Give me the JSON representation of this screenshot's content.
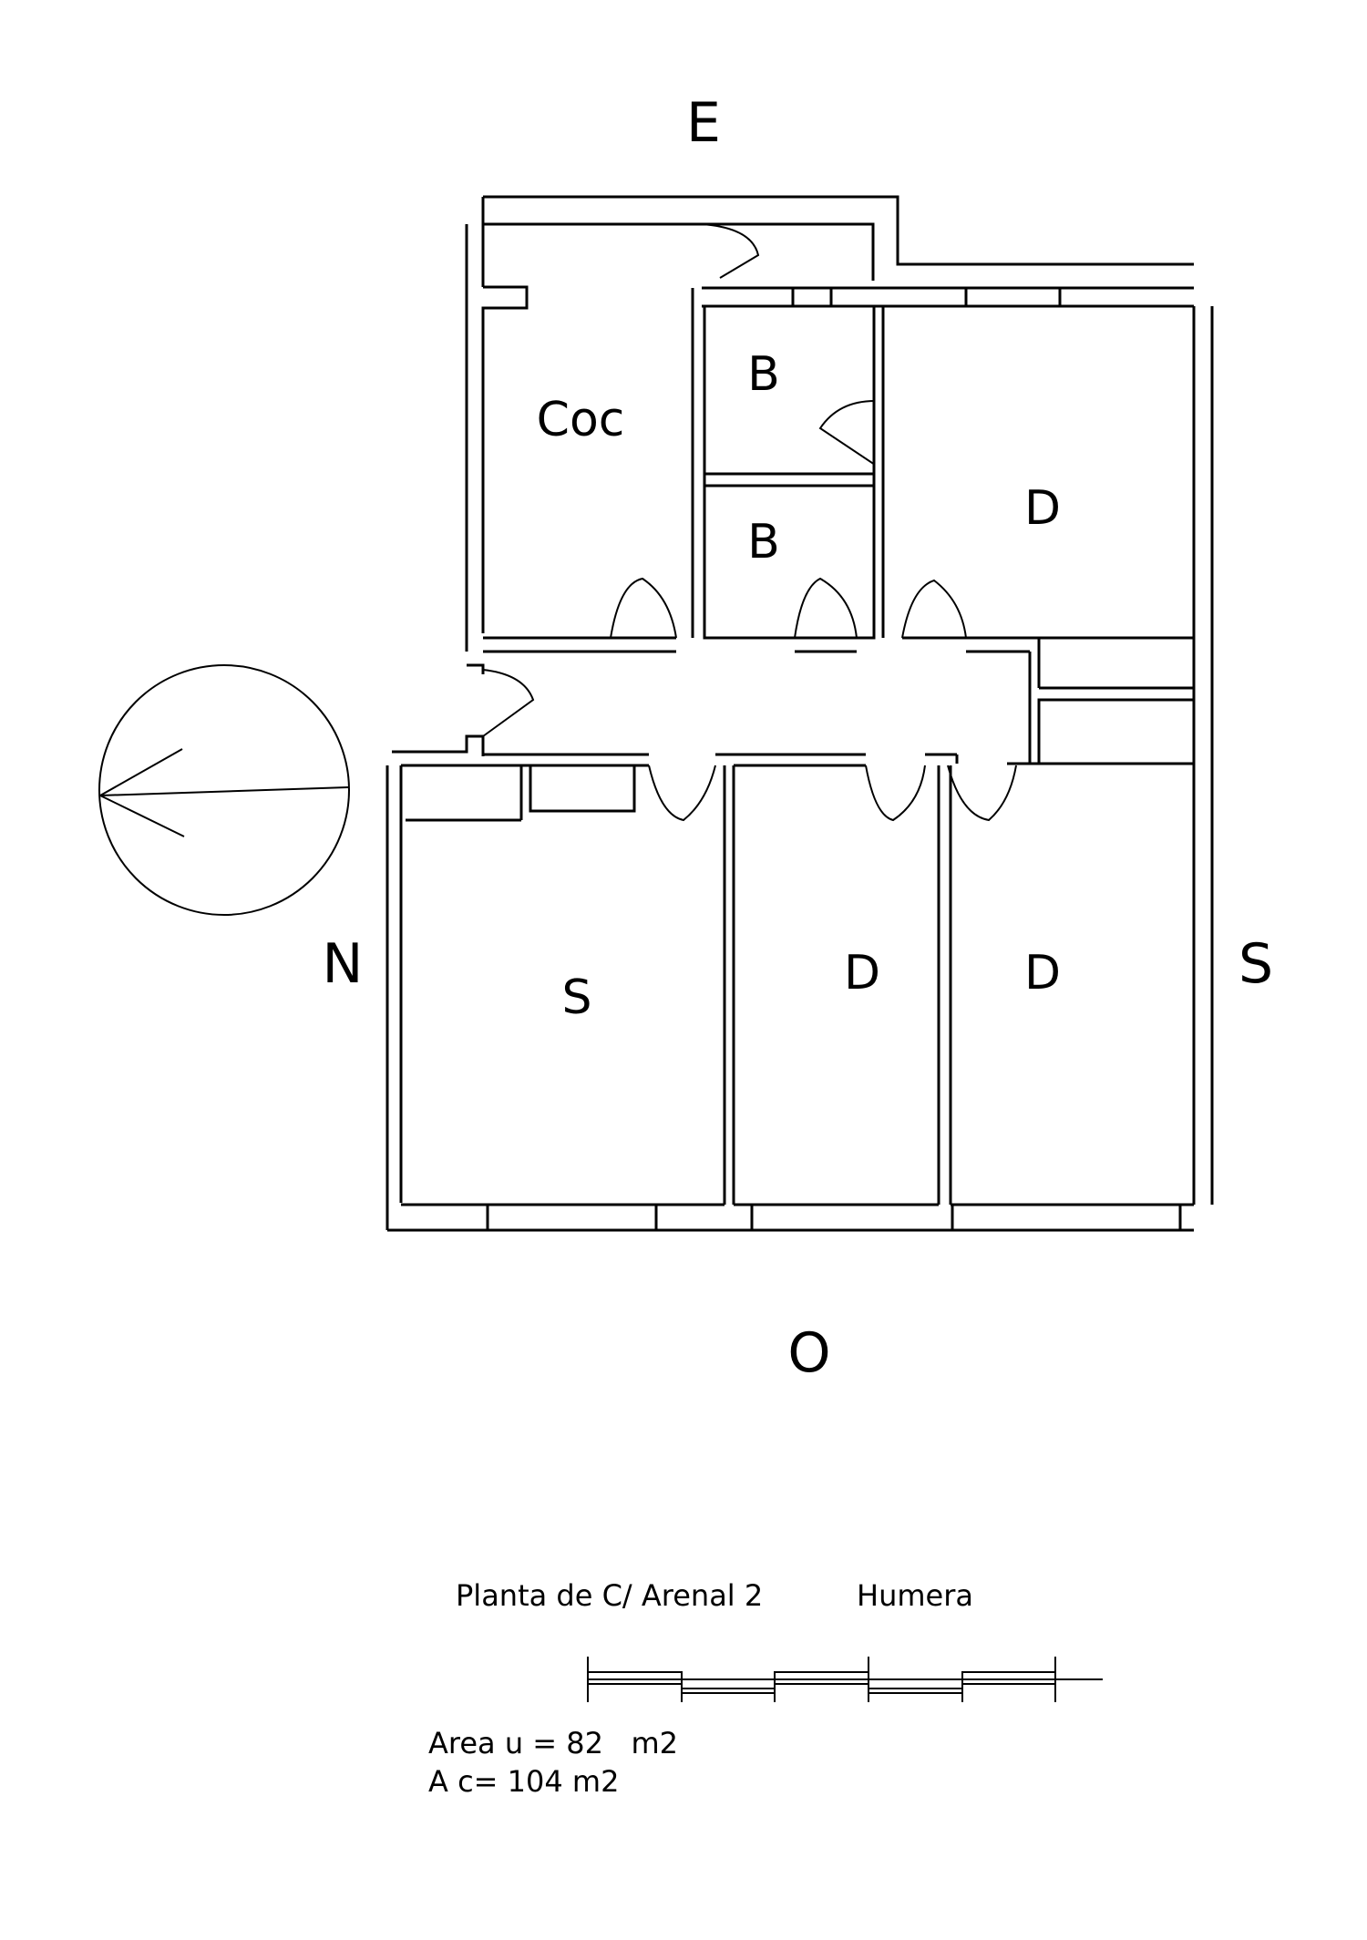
{
  "compass": {
    "east": "E",
    "north": "N",
    "south": "S",
    "west": "O"
  },
  "rooms": {
    "kitchen": "Coc",
    "bath_upper": "B",
    "bath_lower": "B",
    "bedroom_top_right": "D",
    "living_room": "S",
    "bedroom_middle": "D",
    "bedroom_right": "D"
  },
  "caption": {
    "title": "Planta de C/ Arenal 2",
    "place": "Humera",
    "area_useful": "Area u = 82   m2",
    "area_built": "A c= 104 m2"
  },
  "colors": {
    "ink": "#000000",
    "paper": "#ffffff"
  }
}
